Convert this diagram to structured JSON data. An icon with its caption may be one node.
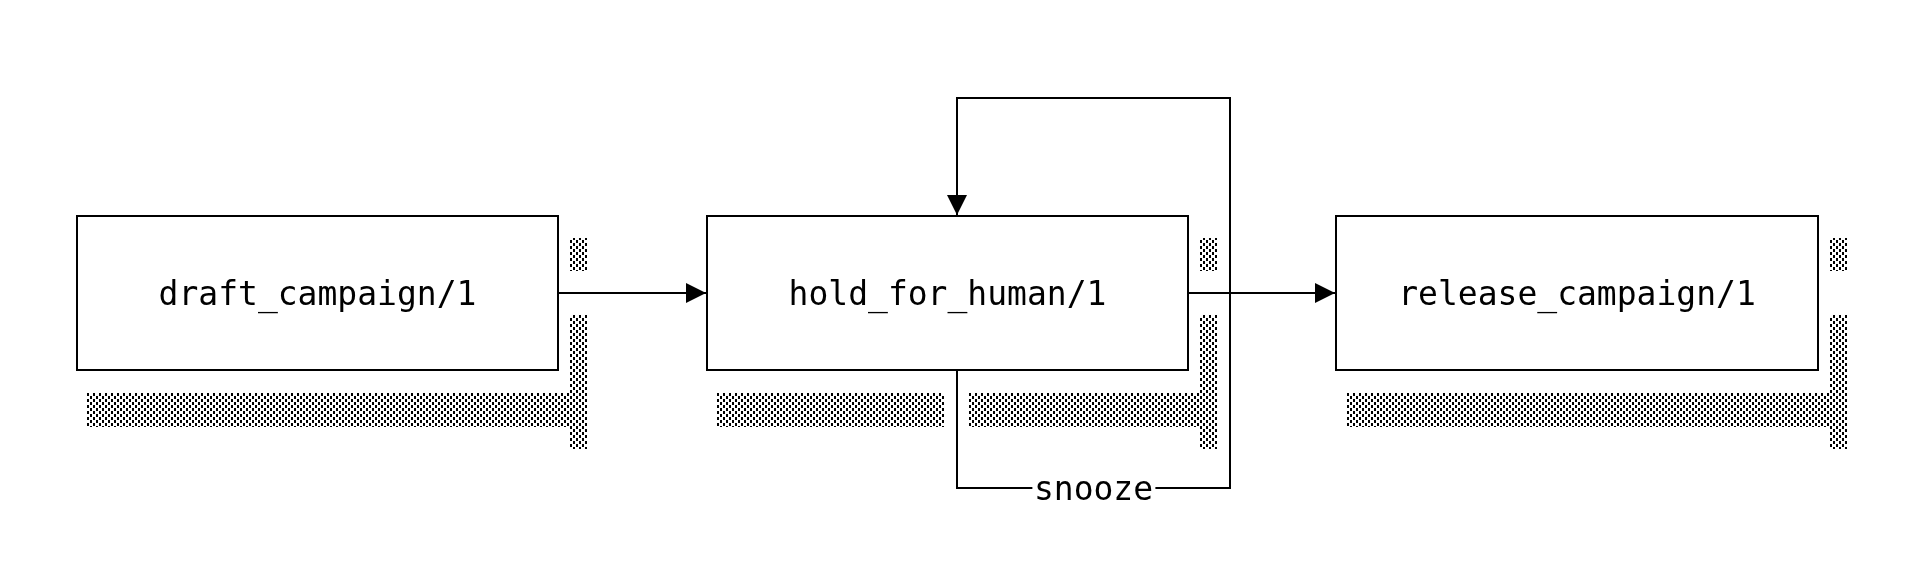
{
  "diagram": {
    "nodes": [
      {
        "text": [
          "draft_campaign/1"
        ]
      },
      {
        "text": [
          "hold_for_human/1"
        ]
      },
      {
        "text": [
          "release_campaign/1"
        ]
      }
    ],
    "edges": [
      {
        "from": 0,
        "to": 1,
        "arrow": "to"
      },
      {
        "from": 1,
        "to": 2,
        "arrow": "to"
      },
      {
        "from": 1,
        "to": 1,
        "arrow": "to",
        "label": "snooze"
      }
    ]
  }
}
